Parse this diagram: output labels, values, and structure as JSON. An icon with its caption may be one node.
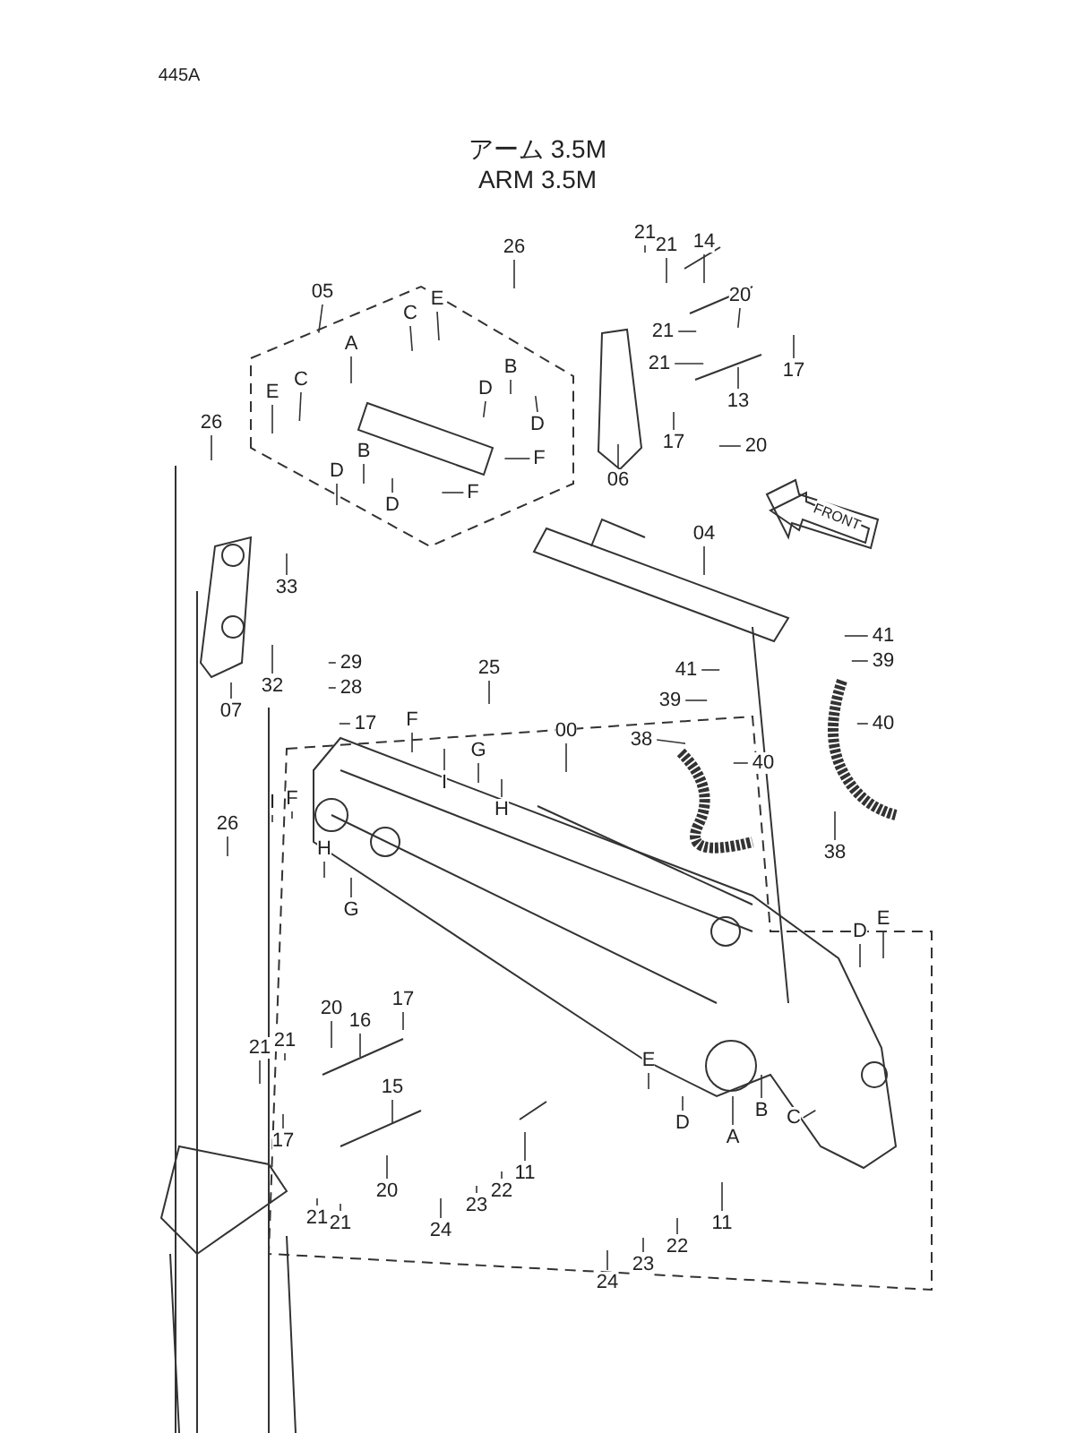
{
  "diagram": {
    "title": "アーム 3.5M",
    "nodes": [
      {
        "text": [
          "05"
        ]
      },
      {
        "text": [
          "26"
        ]
      },
      {
        "text": [
          "A"
        ]
      },
      {
        "text": [
          "C"
        ]
      },
      {
        "text": [
          "E"
        ]
      },
      {
        "text": [
          "E"
        ]
      },
      {
        "text": [
          "C"
        ]
      },
      {
        "text": [
          "26"
        ]
      },
      {
        "text": [
          "D"
        ]
      },
      {
        "text": [
          "B"
        ]
      },
      {
        "text": [
          "D"
        ]
      },
      {
        "text": [
          "D"
        ]
      },
      {
        "text": [
          "B"
        ]
      },
      {
        "text": [
          "D"
        ]
      },
      {
        "text": [
          "F"
        ]
      },
      {
        "text": [
          "F"
        ]
      },
      {
        "text": [
          "21"
        ]
      },
      {
        "text": [
          "21"
        ]
      },
      {
        "text": [
          "14"
        ]
      },
      {
        "text": [
          "20"
        ]
      },
      {
        "text": [
          "21"
        ]
      },
      {
        "text": [
          "21"
        ]
      },
      {
        "text": [
          "17"
        ]
      },
      {
        "text": [
          "13"
        ]
      },
      {
        "text": [
          "17"
        ]
      },
      {
        "text": [
          "20"
        ]
      },
      {
        "text": [
          "06"
        ]
      },
      {
        "text": [
          "04"
        ]
      },
      {
        "text": [
          "41"
        ]
      },
      {
        "text": [
          "39"
        ]
      },
      {
        "text": [
          "41"
        ]
      },
      {
        "text": [
          "39"
        ]
      },
      {
        "text": [
          "38"
        ]
      },
      {
        "text": [
          "40"
        ]
      },
      {
        "text": [
          "40"
        ]
      },
      {
        "text": [
          "38"
        ]
      },
      {
        "text": [
          "33"
        ]
      },
      {
        "text": [
          "32"
        ]
      },
      {
        "text": [
          "07"
        ]
      },
      {
        "text": [
          "29"
        ]
      },
      {
        "text": [
          "28"
        ]
      },
      {
        "text": [
          "17"
        ]
      },
      {
        "text": [
          "25"
        ]
      },
      {
        "text": [
          "00"
        ]
      },
      {
        "text": [
          "F"
        ]
      },
      {
        "text": [
          "I"
        ]
      },
      {
        "text": [
          "G"
        ]
      },
      {
        "text": [
          "H"
        ]
      },
      {
        "text": [
          "I"
        ]
      },
      {
        "text": [
          "F"
        ]
      },
      {
        "text": [
          "26"
        ]
      },
      {
        "text": [
          "H"
        ]
      },
      {
        "text": [
          "G"
        ]
      },
      {
        "text": [
          "D"
        ]
      },
      {
        "text": [
          "E"
        ]
      },
      {
        "text": [
          "E"
        ]
      },
      {
        "text": [
          "D"
        ]
      },
      {
        "text": [
          "A"
        ]
      },
      {
        "text": [
          "B"
        ]
      },
      {
        "text": [
          "C"
        ]
      },
      {
        "text": [
          "20"
        ]
      },
      {
        "text": [
          "16"
        ]
      },
      {
        "text": [
          "17"
        ]
      },
      {
        "text": [
          "21"
        ]
      },
      {
        "text": [
          "21"
        ]
      },
      {
        "text": [
          "17"
        ]
      },
      {
        "text": [
          "15"
        ]
      },
      {
        "text": [
          "20"
        ]
      },
      {
        "text": [
          "11"
        ]
      },
      {
        "text": [
          "22"
        ]
      },
      {
        "text": [
          "23"
        ]
      },
      {
        "text": [
          "24"
        ]
      },
      {
        "text": [
          "21"
        ]
      },
      {
        "text": [
          "21"
        ]
      },
      {
        "text": [
          "11"
        ]
      },
      {
        "text": [
          "22"
        ]
      },
      {
        "text": [
          "23"
        ]
      },
      {
        "text": [
          "24"
        ]
      }
    ],
    "edges": [
      {
        "from": 0,
        "to": null,
        "arrow": "none"
      },
      {
        "from": 1,
        "to": null,
        "arrow": "none"
      },
      {
        "from": 2,
        "to": null,
        "arrow": "none"
      },
      {
        "from": 3,
        "to": null,
        "arrow": "none"
      },
      {
        "from": 4,
        "to": null,
        "arrow": "none"
      },
      {
        "from": 5,
        "to": null,
        "arrow": "none"
      },
      {
        "from": 6,
        "to": null,
        "arrow": "none"
      },
      {
        "from": 7,
        "to": null,
        "arrow": "none"
      },
      {
        "from": 8,
        "to": null,
        "arrow": "none"
      },
      {
        "from": 9,
        "to": null,
        "arrow": "none"
      },
      {
        "from": 10,
        "to": null,
        "arrow": "none"
      },
      {
        "from": 11,
        "to": null,
        "arrow": "none"
      },
      {
        "from": 12,
        "to": null,
        "arrow": "none"
      },
      {
        "from": 13,
        "to": null,
        "arrow": "none"
      },
      {
        "from": 14,
        "to": null,
        "arrow": "none"
      },
      {
        "from": 15,
        "to": null,
        "arrow": "none"
      },
      {
        "from": 16,
        "to": null,
        "arrow": "none"
      },
      {
        "from": 17,
        "to": null,
        "arrow": "none"
      },
      {
        "from": 18,
        "to": null,
        "arrow": "none"
      },
      {
        "from": 19,
        "to": null,
        "arrow": "none"
      },
      {
        "from": 20,
        "to": null,
        "arrow": "none"
      },
      {
        "from": 21,
        "to": null,
        "arrow": "none"
      },
      {
        "from": 22,
        "to": null,
        "arrow": "none"
      },
      {
        "from": 23,
        "to": null,
        "arrow": "none"
      },
      {
        "from": 24,
        "to": null,
        "arrow": "none"
      },
      {
        "from": 25,
        "to": null,
        "arrow": "none"
      },
      {
        "from": 26,
        "to": null,
        "arrow": "none"
      },
      {
        "from": 27,
        "to": null,
        "arrow": "none"
      },
      {
        "from": 28,
        "to": null,
        "arrow": "none"
      },
      {
        "from": 29,
        "to": null,
        "arrow": "none"
      },
      {
        "from": 30,
        "to": null,
        "arrow": "none"
      },
      {
        "from": 31,
        "to": null,
        "arrow": "none"
      },
      {
        "from": 32,
        "to": null,
        "arrow": "none"
      },
      {
        "from": 33,
        "to": null,
        "arrow": "none"
      },
      {
        "from": 34,
        "to": null,
        "arrow": "none"
      },
      {
        "from": 35,
        "to": null,
        "arrow": "none"
      },
      {
        "from": 36,
        "to": null,
        "arrow": "none"
      },
      {
        "from": 37,
        "to": null,
        "arrow": "none"
      },
      {
        "from": 38,
        "to": null,
        "arrow": "none"
      },
      {
        "from": 39,
        "to": null,
        "arrow": "none"
      },
      {
        "from": 40,
        "to": null,
        "arrow": "none"
      },
      {
        "from": 41,
        "to": null,
        "arrow": "none"
      },
      {
        "from": 42,
        "to": null,
        "arrow": "none"
      },
      {
        "from": 43,
        "to": null,
        "arrow": "none"
      },
      {
        "from": 44,
        "to": null,
        "arrow": "none"
      },
      {
        "from": 45,
        "to": null,
        "arrow": "none"
      },
      {
        "from": 46,
        "to": null,
        "arrow": "none"
      },
      {
        "from": 47,
        "to": null,
        "arrow": "none"
      },
      {
        "from": 48,
        "to": null,
        "arrow": "none"
      },
      {
        "from": 49,
        "to": null,
        "arrow": "none"
      },
      {
        "from": 50,
        "to": null,
        "arrow": "none"
      },
      {
        "from": 51,
        "to": null,
        "arrow": "none"
      },
      {
        "from": 52,
        "to": null,
        "arrow": "none"
      },
      {
        "from": 53,
        "to": null,
        "arrow": "none"
      },
      {
        "from": 54,
        "to": null,
        "arrow": "none"
      },
      {
        "from": 55,
        "to": null,
        "arrow": "none"
      },
      {
        "from": 56,
        "to": null,
        "arrow": "none"
      },
      {
        "from": 57,
        "to": null,
        "arrow": "none"
      },
      {
        "from": 58,
        "to": null,
        "arrow": "none"
      },
      {
        "from": 59,
        "to": null,
        "arrow": "none"
      },
      {
        "from": 60,
        "to": null,
        "arrow": "none"
      },
      {
        "from": 61,
        "to": null,
        "arrow": "none"
      },
      {
        "from": 62,
        "to": null,
        "arrow": "none"
      },
      {
        "from": 63,
        "to": null,
        "arrow": "none"
      },
      {
        "from": 64,
        "to": null,
        "arrow": "none"
      },
      {
        "from": 65,
        "to": null,
        "arrow": "none"
      },
      {
        "from": 66,
        "to": null,
        "arrow": "none"
      },
      {
        "from": 67,
        "to": null,
        "arrow": "none"
      },
      {
        "from": 68,
        "to": null,
        "arrow": "none"
      },
      {
        "from": 69,
        "to": null,
        "arrow": "none"
      },
      {
        "from": 70,
        "to": null,
        "arrow": "none"
      },
      {
        "from": 71,
        "to": null,
        "arrow": "none"
      },
      {
        "from": 72,
        "to": null,
        "arrow": "none"
      },
      {
        "from": 73,
        "to": null,
        "arrow": "none"
      },
      {
        "from": 74,
        "to": null,
        "arrow": "none"
      },
      {
        "from": 75,
        "to": null,
        "arrow": "none"
      },
      {
        "from": 76,
        "to": null,
        "arrow": "none"
      },
      {
        "from": 77,
        "to": null,
        "arrow": "none"
      }
    ],
    "labels": [
      "445A",
      "ARM 3.5M",
      "FRONT"
    ]
  }
}
